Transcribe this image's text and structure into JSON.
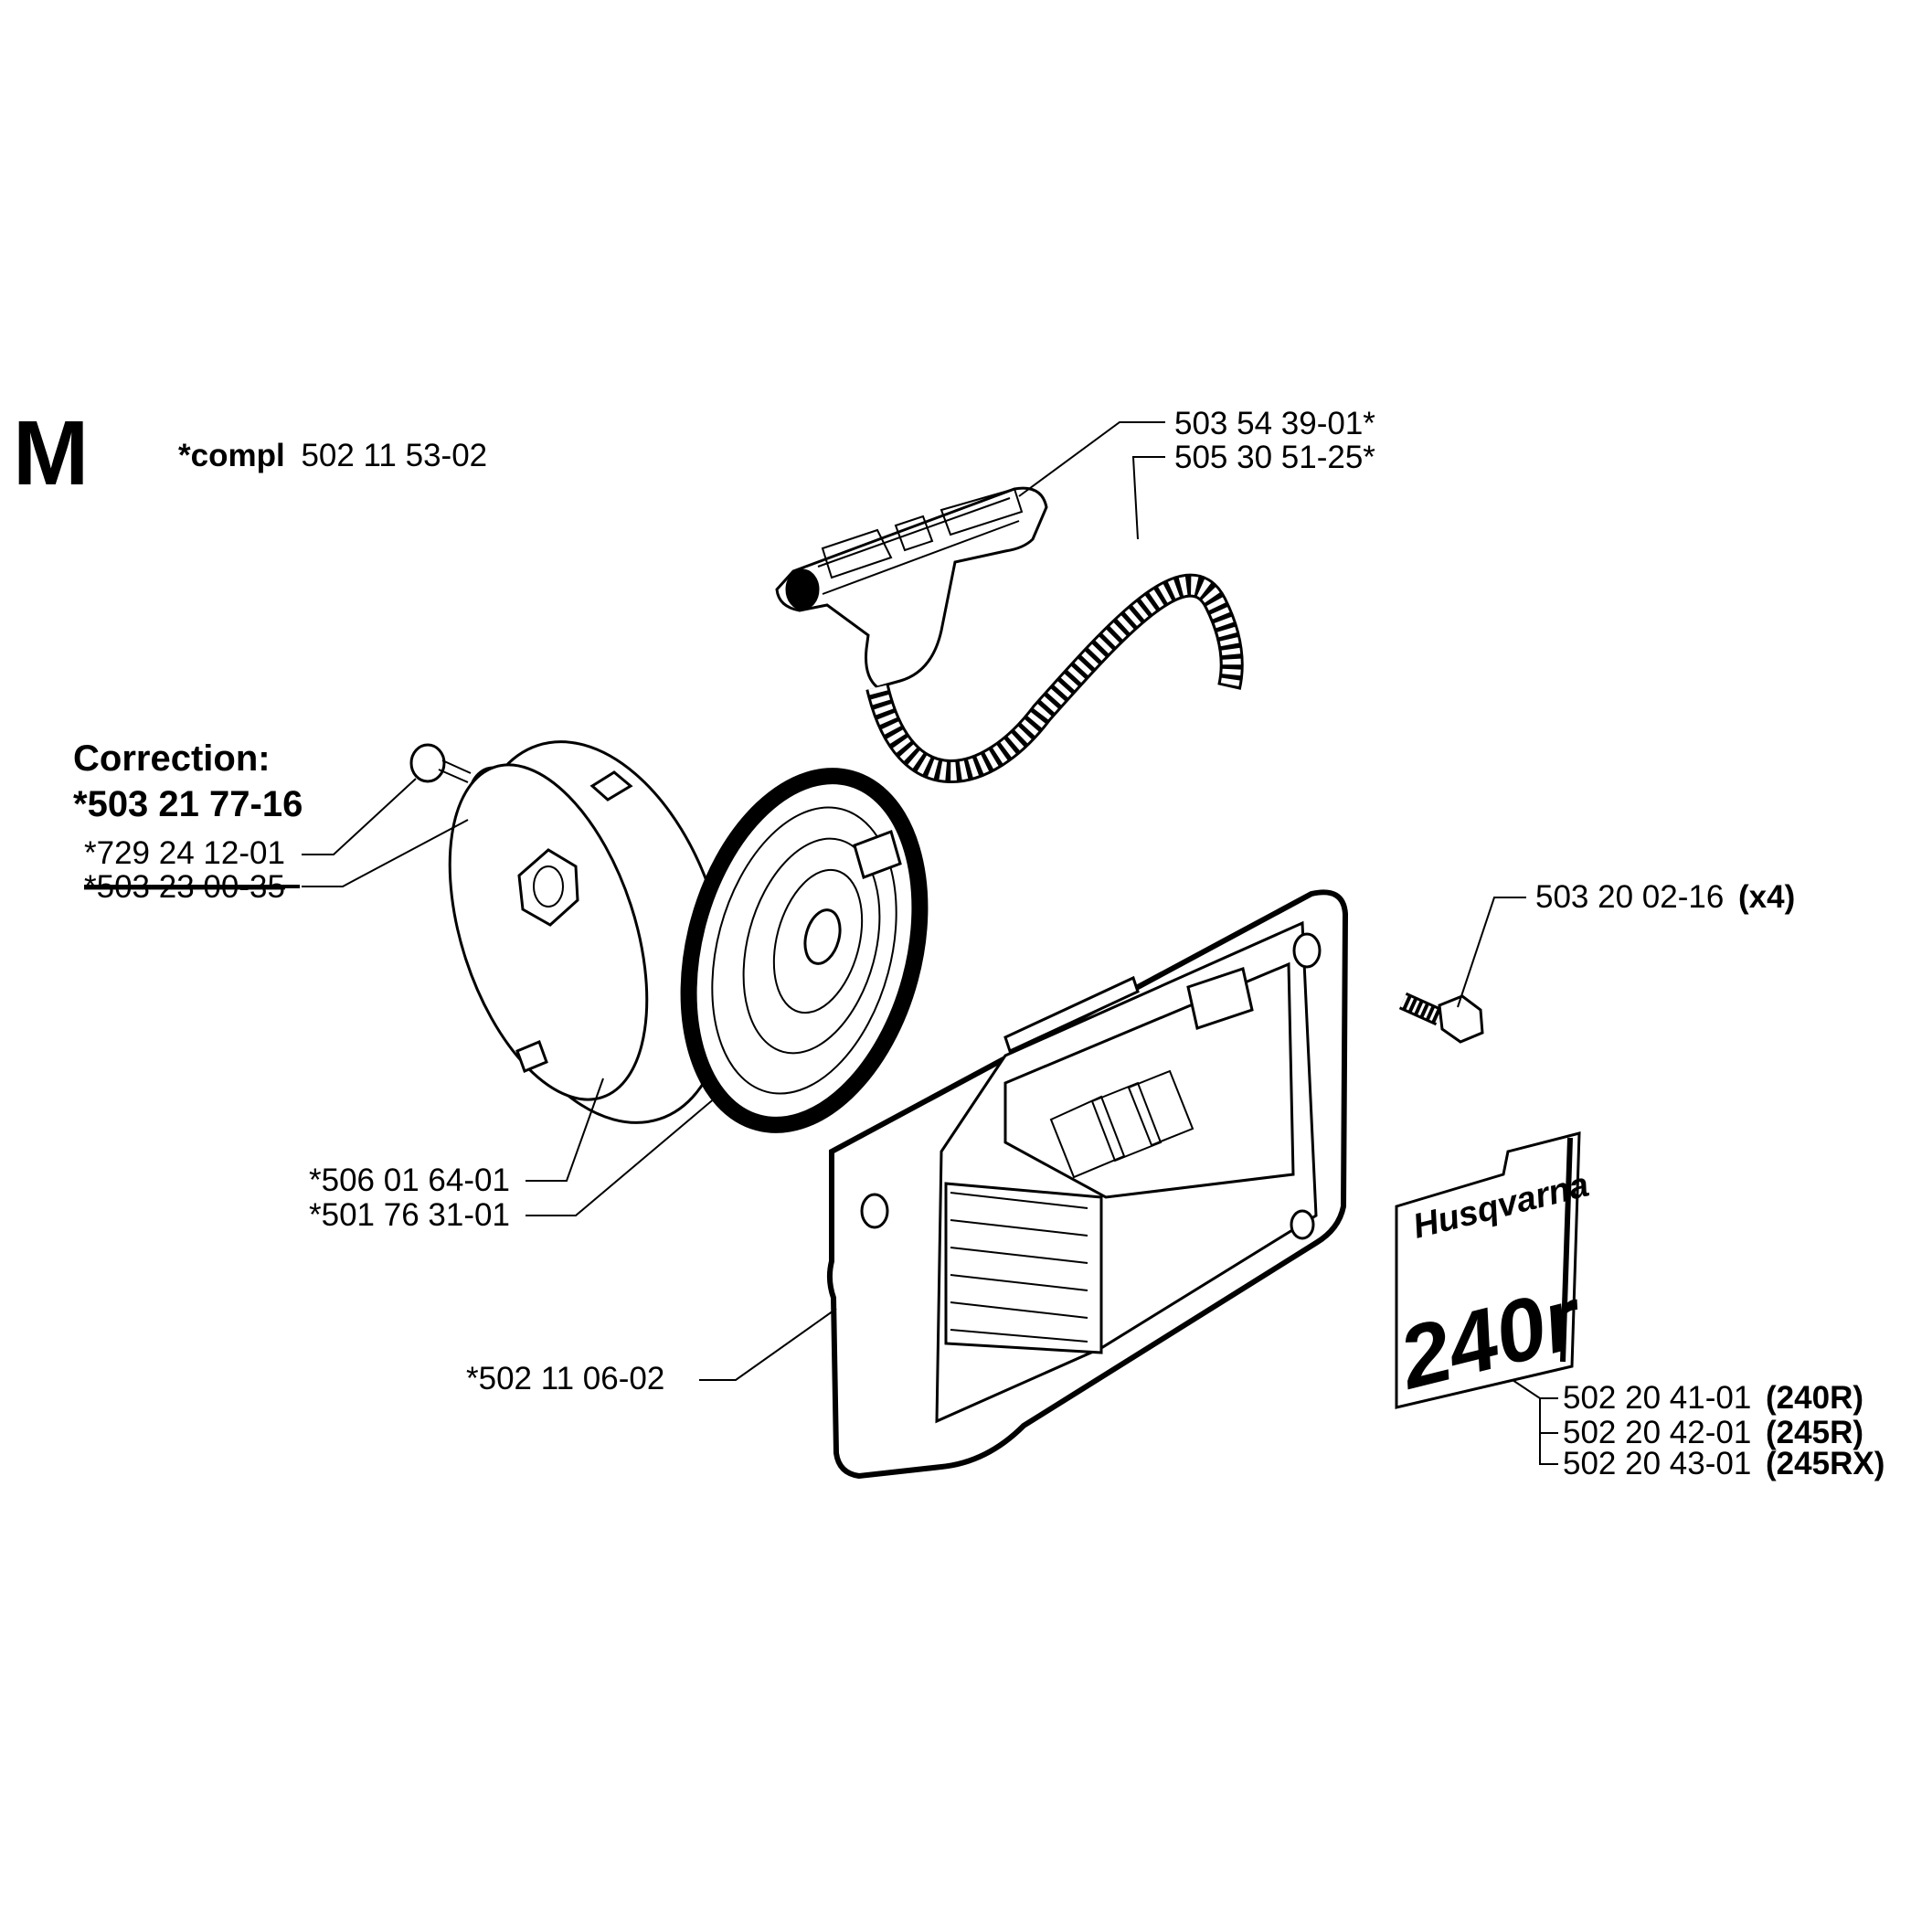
{
  "section_letter": "M",
  "assembly": {
    "prefix": "*compl",
    "number": "502 11 53-02"
  },
  "correction": {
    "heading": "Correction:",
    "number": "*503 21 77-16"
  },
  "parts": {
    "handle": "503 54 39-01*",
    "rope": "505 30 51-25*",
    "screw_small": "*729 24 12-01",
    "washer_obsolete": "*503 23 00-35",
    "pulley": "*506 01 64-01",
    "spring": "*501 76 31-01",
    "housing": "*502 11 06-02",
    "bolt": {
      "number": "503 20 02-16",
      "qty": "(x4)"
    },
    "decal_240r": {
      "number": "502 20 41-01",
      "model": "(240R)"
    },
    "decal_245r": {
      "number": "502 20 42-01",
      "model": "(245R)"
    },
    "decal_245rx": {
      "number": "502 20 43-01",
      "model": "(245RX)"
    }
  },
  "decal_text": {
    "brand": "Husqvarna",
    "model": "240r"
  }
}
